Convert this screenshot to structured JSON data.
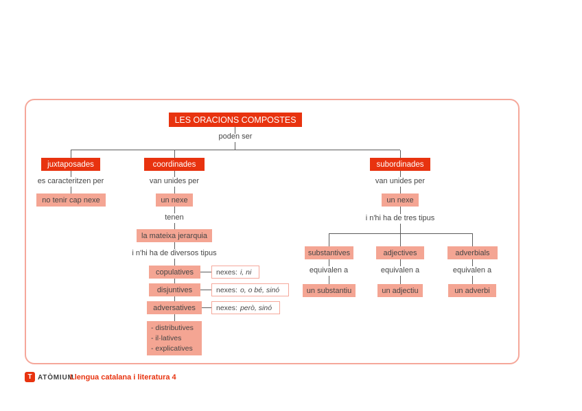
{
  "colors": {
    "accent": "#e8330f",
    "salmon": "#f4a593",
    "frame": "#f5a79a",
    "line": "#5a5a5a",
    "ink": "#454545"
  },
  "diagram": {
    "title": "LES ORACIONS COMPOSTES",
    "poden_ser": "poden ser",
    "juxtaposades": {
      "label": "juxtaposades",
      "link": "es caracteritzen per",
      "child": "no tenir cap nexe"
    },
    "coordinades": {
      "label": "coordinades",
      "link": "van unides per",
      "child": "un nexe",
      "tenen": "tenen",
      "jerarquia": "la mateixa jerarquia",
      "tipus_label": "i n'hi ha de diversos tipus",
      "tipus": [
        {
          "label": "copulatives",
          "nexes_label": "nexes:",
          "nexes_value": "i, ni"
        },
        {
          "label": "disjuntives",
          "nexes_label": "nexes:",
          "nexes_value": "o, o bé, sinó"
        },
        {
          "label": "adversatives",
          "nexes_label": "nexes:",
          "nexes_value": "però, sinó"
        }
      ],
      "altres": [
        "- distributives",
        "- il·latives",
        "- explicatives"
      ]
    },
    "subordinades": {
      "label": "subordinades",
      "link": "van unides per",
      "child": "un nexe",
      "tipus_label": "i n'hi ha de tres tipus",
      "tipus": [
        {
          "label": "substantives",
          "equival": "equivalen a",
          "result": "un substantiu"
        },
        {
          "label": "adjectives",
          "equival": "equivalen a",
          "result": "un adjectiu"
        },
        {
          "label": "adverbials",
          "equival": "equivalen a",
          "result": "un adverbi"
        }
      ]
    }
  },
  "footer": {
    "logo_letter": "T",
    "brand": "ATÒMIUM",
    "subject": "Llengua catalana i literatura 4"
  }
}
